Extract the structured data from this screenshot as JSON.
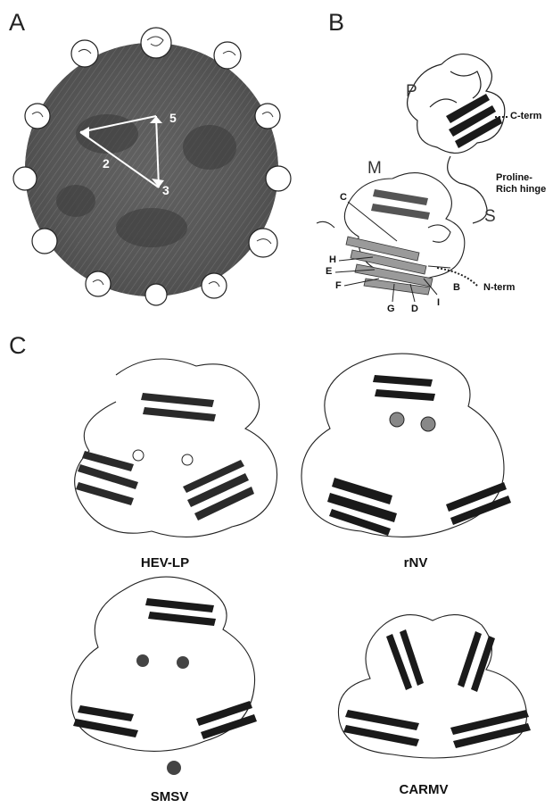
{
  "panels": {
    "a": {
      "letter": "A",
      "axis_labels": [
        "5",
        "2",
        "3"
      ]
    },
    "b": {
      "letter": "B",
      "domains": {
        "p": "P",
        "m": "M",
        "s": "S"
      },
      "termini": {
        "c_term": "C-term",
        "n_term": "N-term"
      },
      "hinge": [
        "Proline-",
        "Rich hinge"
      ],
      "strands": [
        "C",
        "H",
        "E",
        "F",
        "G",
        "D",
        "I",
        "B"
      ]
    },
    "c": {
      "letter": "C",
      "structures": [
        "HEV-LP",
        "rNV",
        "SMSV",
        "CARMV"
      ]
    }
  }
}
